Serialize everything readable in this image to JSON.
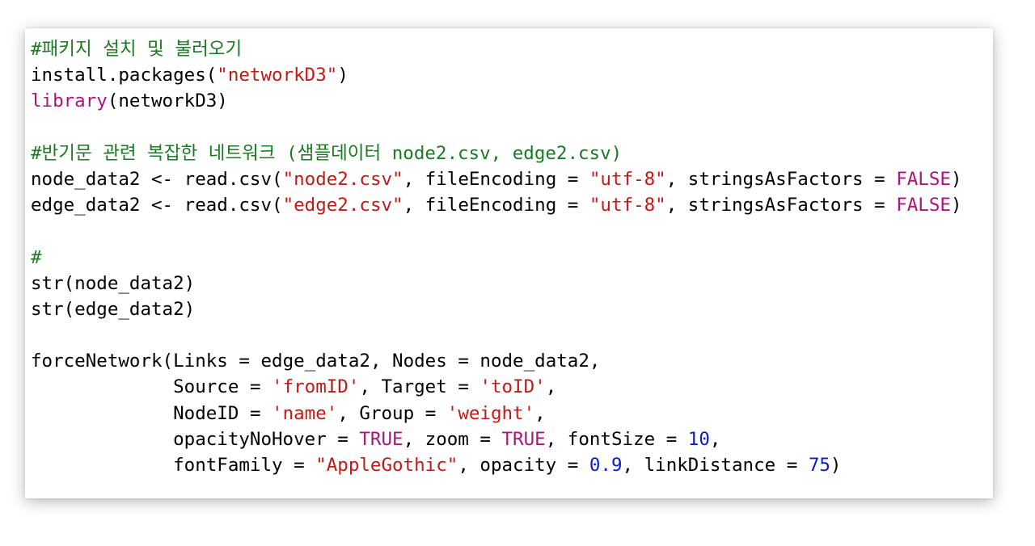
{
  "colors": {
    "comment": "#1a7a22",
    "string": "#c41a16",
    "keyword": "#b0127f",
    "number": "#0a1dc8",
    "plain": "#000000",
    "operator": "#555555"
  },
  "code_lines": [
    [
      {
        "t": "#패키지 설치 및 불러오기",
        "c": "comment"
      }
    ],
    [
      {
        "t": "install.packages(",
        "c": "plain"
      },
      {
        "t": "\"networkD3\"",
        "c": "string"
      },
      {
        "t": ")",
        "c": "plain"
      }
    ],
    [
      {
        "t": "library",
        "c": "keyword"
      },
      {
        "t": "(networkD3)",
        "c": "plain"
      }
    ],
    [],
    [
      {
        "t": "#반기문 관련 복잡한 네트워크 (샘플데이터 node2.csv, edge2.csv)",
        "c": "comment"
      }
    ],
    [
      {
        "t": "node_data2 ",
        "c": "plain"
      },
      {
        "t": "<-",
        "c": "operator"
      },
      {
        "t": " read.csv(",
        "c": "plain"
      },
      {
        "t": "\"node2.csv\"",
        "c": "string"
      },
      {
        "t": ", fileEncoding ",
        "c": "plain"
      },
      {
        "t": "=",
        "c": "operator"
      },
      {
        "t": " ",
        "c": "plain"
      },
      {
        "t": "\"utf-8\"",
        "c": "string"
      },
      {
        "t": ", stringsAsFactors ",
        "c": "plain"
      },
      {
        "t": "=",
        "c": "operator"
      },
      {
        "t": " ",
        "c": "plain"
      },
      {
        "t": "FALSE",
        "c": "keyword"
      },
      {
        "t": ")",
        "c": "plain"
      }
    ],
    [
      {
        "t": "edge_data2 ",
        "c": "plain"
      },
      {
        "t": "<-",
        "c": "operator"
      },
      {
        "t": " read.csv(",
        "c": "plain"
      },
      {
        "t": "\"edge2.csv\"",
        "c": "string"
      },
      {
        "t": ", fileEncoding ",
        "c": "plain"
      },
      {
        "t": "=",
        "c": "operator"
      },
      {
        "t": " ",
        "c": "plain"
      },
      {
        "t": "\"utf-8\"",
        "c": "string"
      },
      {
        "t": ", stringsAsFactors ",
        "c": "plain"
      },
      {
        "t": "=",
        "c": "operator"
      },
      {
        "t": " ",
        "c": "plain"
      },
      {
        "t": "FALSE",
        "c": "keyword"
      },
      {
        "t": ")",
        "c": "plain"
      }
    ],
    [],
    [
      {
        "t": "#",
        "c": "comment"
      }
    ],
    [
      {
        "t": "str(node_data2)",
        "c": "plain"
      }
    ],
    [
      {
        "t": "str(edge_data2)",
        "c": "plain"
      }
    ],
    [],
    [
      {
        "t": "forceNetwork(Links ",
        "c": "plain"
      },
      {
        "t": "=",
        "c": "operator"
      },
      {
        "t": " edge_data2, Nodes ",
        "c": "plain"
      },
      {
        "t": "=",
        "c": "operator"
      },
      {
        "t": " node_data2,",
        "c": "plain"
      }
    ],
    [
      {
        "t": "             Source ",
        "c": "plain"
      },
      {
        "t": "=",
        "c": "operator"
      },
      {
        "t": " ",
        "c": "plain"
      },
      {
        "t": "'fromID'",
        "c": "string"
      },
      {
        "t": ", Target ",
        "c": "plain"
      },
      {
        "t": "=",
        "c": "operator"
      },
      {
        "t": " ",
        "c": "plain"
      },
      {
        "t": "'toID'",
        "c": "string"
      },
      {
        "t": ",",
        "c": "plain"
      }
    ],
    [
      {
        "t": "             NodeID ",
        "c": "plain"
      },
      {
        "t": "=",
        "c": "operator"
      },
      {
        "t": " ",
        "c": "plain"
      },
      {
        "t": "'name'",
        "c": "string"
      },
      {
        "t": ", Group ",
        "c": "plain"
      },
      {
        "t": "=",
        "c": "operator"
      },
      {
        "t": " ",
        "c": "plain"
      },
      {
        "t": "'weight'",
        "c": "string"
      },
      {
        "t": ",",
        "c": "plain"
      }
    ],
    [
      {
        "t": "             opacityNoHover ",
        "c": "plain"
      },
      {
        "t": "=",
        "c": "operator"
      },
      {
        "t": " ",
        "c": "plain"
      },
      {
        "t": "TRUE",
        "c": "keyword"
      },
      {
        "t": ", zoom ",
        "c": "plain"
      },
      {
        "t": "=",
        "c": "operator"
      },
      {
        "t": " ",
        "c": "plain"
      },
      {
        "t": "TRUE",
        "c": "keyword"
      },
      {
        "t": ", fontSize ",
        "c": "plain"
      },
      {
        "t": "=",
        "c": "operator"
      },
      {
        "t": " ",
        "c": "plain"
      },
      {
        "t": "10",
        "c": "number"
      },
      {
        "t": ",",
        "c": "plain"
      }
    ],
    [
      {
        "t": "             fontFamily ",
        "c": "plain"
      },
      {
        "t": "=",
        "c": "operator"
      },
      {
        "t": " ",
        "c": "plain"
      },
      {
        "t": "\"AppleGothic\"",
        "c": "string"
      },
      {
        "t": ", opacity ",
        "c": "plain"
      },
      {
        "t": "=",
        "c": "operator"
      },
      {
        "t": " ",
        "c": "plain"
      },
      {
        "t": "0.9",
        "c": "number"
      },
      {
        "t": ", linkDistance ",
        "c": "plain"
      },
      {
        "t": "=",
        "c": "operator"
      },
      {
        "t": " ",
        "c": "plain"
      },
      {
        "t": "75",
        "c": "number"
      },
      {
        "t": ")",
        "c": "plain"
      }
    ]
  ]
}
